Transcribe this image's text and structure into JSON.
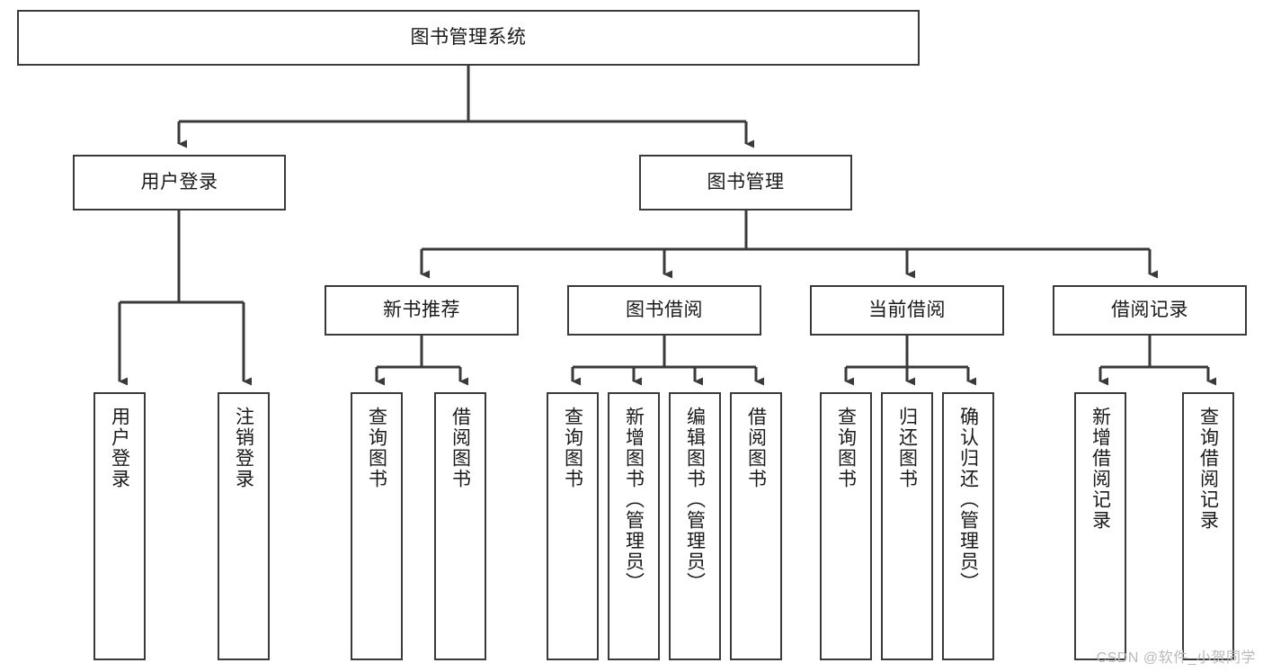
{
  "diagram": {
    "title": "图书管理系统",
    "type": "tree-hierarchy",
    "watermark": "CSDN @软件_小贺同学",
    "colors": {
      "box_border": "#3a3a3a",
      "box_fill": "#ffffff",
      "connector": "#3a3a3a",
      "text": "#1a1a1a",
      "watermark": "#b9b9b9",
      "background": "#ffffff"
    },
    "root": {
      "label": "图书管理系统",
      "orientation": "horizontal"
    },
    "level2": [
      {
        "label": "用户登录",
        "orientation": "horizontal"
      },
      {
        "label": "图书管理",
        "orientation": "horizontal"
      }
    ],
    "level3": [
      {
        "label": "新书推荐",
        "orientation": "horizontal"
      },
      {
        "label": "图书借阅",
        "orientation": "horizontal"
      },
      {
        "label": "当前借阅",
        "orientation": "horizontal"
      },
      {
        "label": "借阅记录",
        "orientation": "horizontal"
      }
    ],
    "leaves": {
      "user_login": [
        {
          "label": "用户登录",
          "orientation": "vertical"
        },
        {
          "label": "注销登录",
          "orientation": "vertical"
        }
      ],
      "new_book_recommend": [
        {
          "label": "查询图书",
          "orientation": "vertical"
        },
        {
          "label": "借阅图书",
          "orientation": "vertical"
        }
      ],
      "book_borrow": [
        {
          "label": "查询图书",
          "orientation": "vertical"
        },
        {
          "label": "新增图书（管理员）",
          "orientation": "vertical"
        },
        {
          "label": "编辑图书（管理员）",
          "orientation": "vertical"
        },
        {
          "label": "借阅图书",
          "orientation": "vertical"
        }
      ],
      "current_borrow": [
        {
          "label": "查询图书",
          "orientation": "vertical"
        },
        {
          "label": "归还图书",
          "orientation": "vertical"
        },
        {
          "label": "确认归还（管理员）",
          "orientation": "vertical"
        }
      ],
      "borrow_record": [
        {
          "label": "新增借阅记录",
          "orientation": "vertical"
        },
        {
          "label": "查询借阅记录",
          "orientation": "vertical"
        }
      ]
    }
  }
}
